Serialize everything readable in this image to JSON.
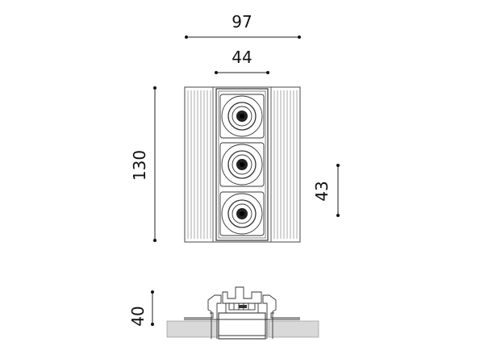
{
  "dimensions": {
    "overall_width": "97",
    "module_width": "44",
    "overall_height": "130",
    "spot_pitch": "43",
    "depth": "40"
  },
  "spotlight_count": 3,
  "colors": {
    "line": "#222222",
    "wall": "#d9d9d9",
    "lens_core": "#111111"
  }
}
